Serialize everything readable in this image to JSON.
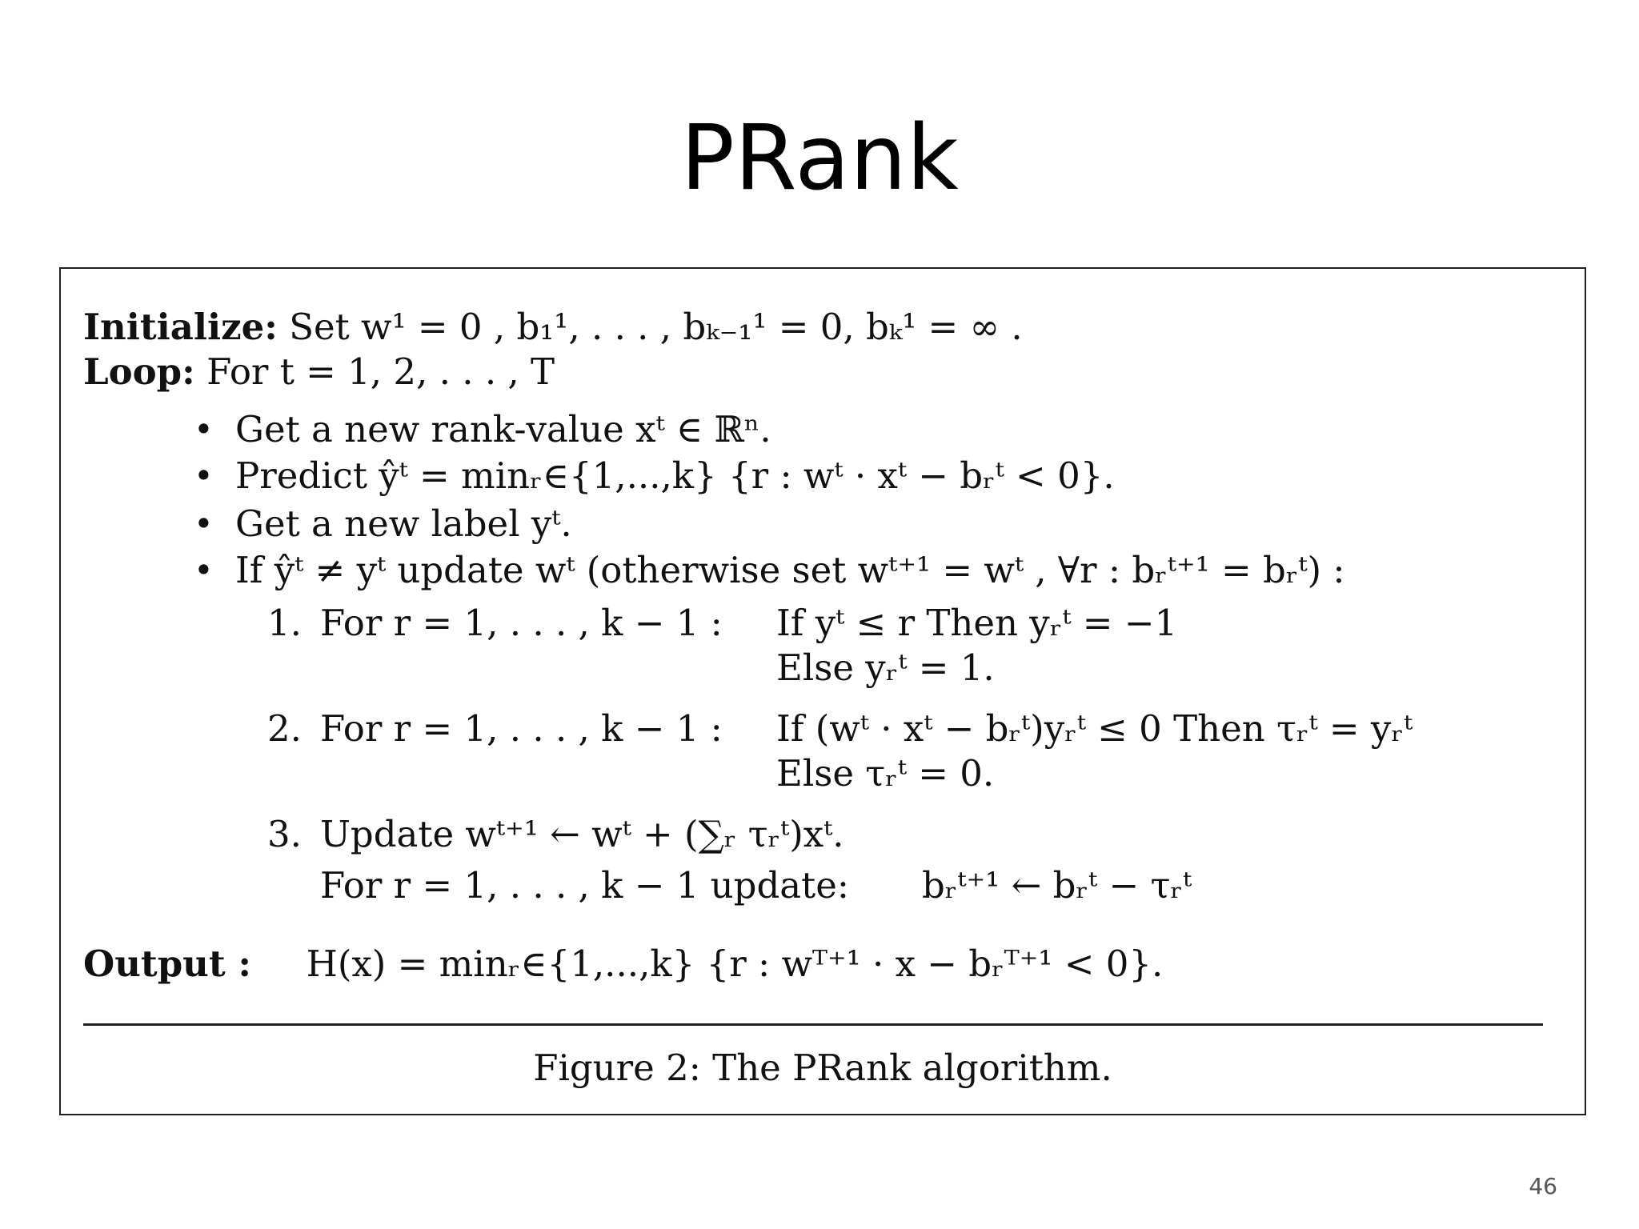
{
  "slide": {
    "title": "PRank",
    "page_number": "46"
  },
  "algorithm": {
    "initialize_label": "Initialize:",
    "initialize_text": "Set w¹ = 0 ,  b₁¹, . . . , bₖ₋₁¹ = 0, bₖ¹ = ∞ .",
    "loop_label": "Loop:",
    "loop_text": "For t = 1, 2, . . . , T",
    "bullet_glyph": "•",
    "bullets": [
      "Get a new rank-value xᵗ ∈ ℝⁿ.",
      "Predict ŷᵗ = minᵣ∈{1,...,k} {r : wᵗ · xᵗ − bᵣᵗ < 0}.",
      "Get a new label yᵗ.",
      "If ŷᵗ ≠ yᵗ update wᵗ (otherwise set wᵗ⁺¹ = wᵗ ,  ∀r : bᵣᵗ⁺¹ = bᵣᵗ) :"
    ],
    "steps": [
      {
        "num": "1.",
        "head": "For r = 1, . . . , k − 1   :",
        "then": "If yᵗ ≤ r Then yᵣᵗ = −1",
        "else": "Else yᵣᵗ = 1."
      },
      {
        "num": "2.",
        "head": "For r = 1, . . . , k − 1   :",
        "then": "If (wᵗ · xᵗ − bᵣᵗ)yᵣᵗ ≤ 0 Then τᵣᵗ = yᵣᵗ",
        "else": "Else τᵣᵗ = 0."
      },
      {
        "num": "3.",
        "head": "Update wᵗ⁺¹ ← wᵗ + (∑ᵣ τᵣᵗ)xᵗ.",
        "sub_head": "For r = 1, . . . , k − 1 update:",
        "sub_rule": "bᵣᵗ⁺¹ ← bᵣᵗ − τᵣᵗ"
      }
    ],
    "output_label": "Output :",
    "output_text": "H(x) = minᵣ∈{1,...,k} {r : wᵀ⁺¹ · x − bᵣᵀ⁺¹ < 0}.",
    "caption": "Figure 2:  The PRank algorithm."
  }
}
